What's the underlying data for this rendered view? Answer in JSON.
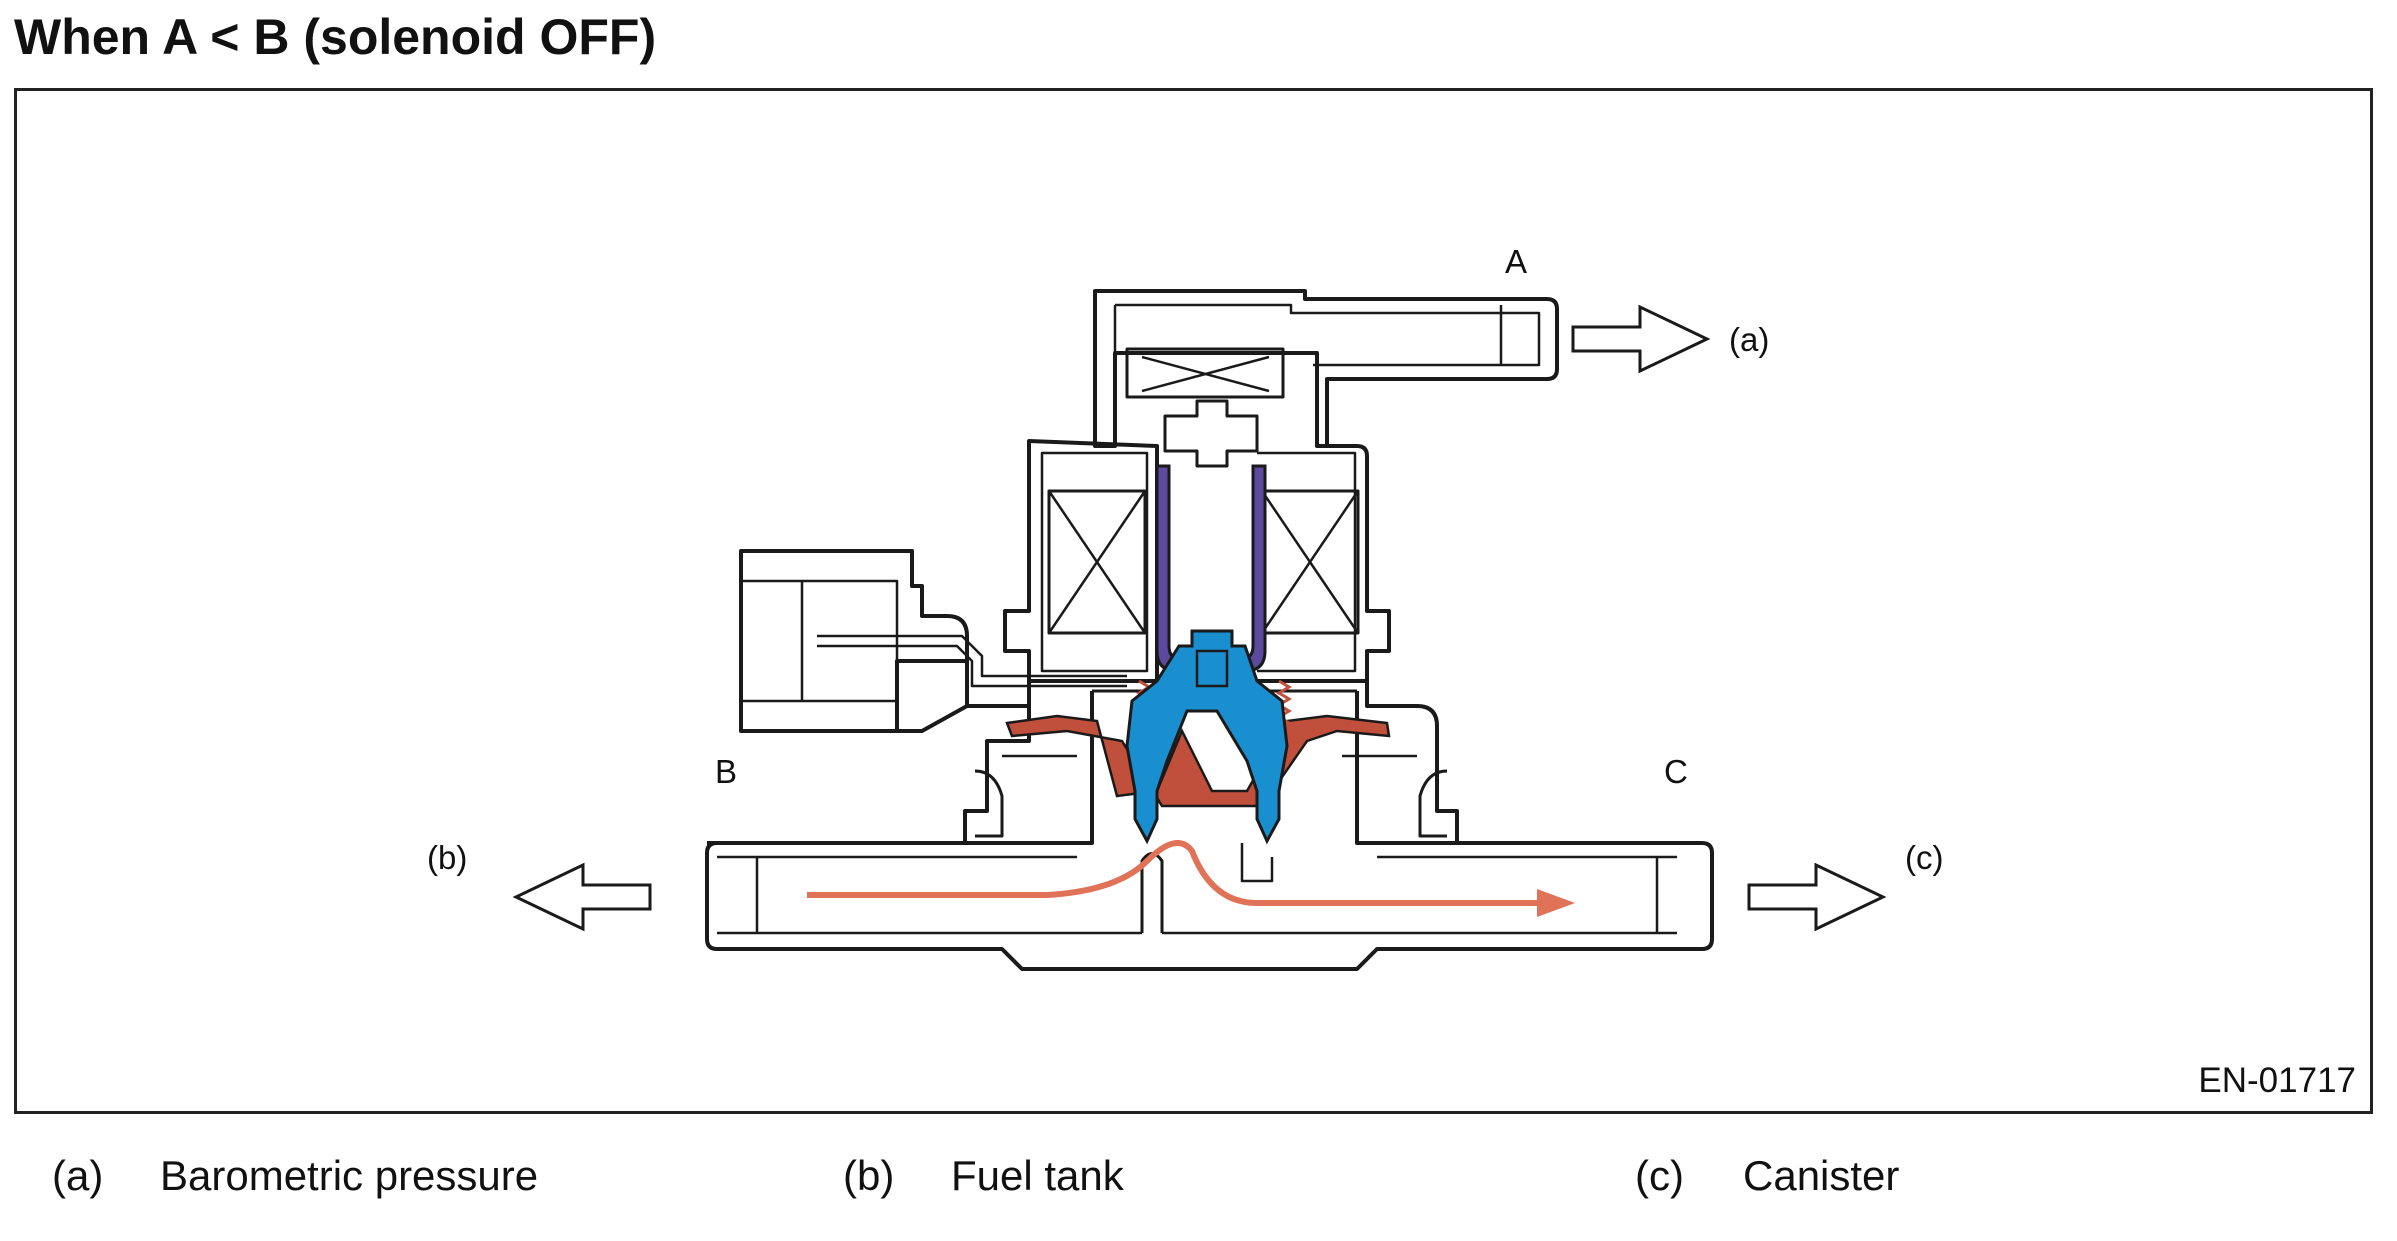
{
  "title": "When A < B (solenoid OFF)",
  "figure_id": "EN-01717",
  "port_labels": {
    "a": "A",
    "b": "B",
    "c": "C"
  },
  "flow_labels": {
    "a": "(a)",
    "b": "(b)",
    "c": "(c)"
  },
  "legend": [
    {
      "key": "(a)",
      "text": "Barometric pressure"
    },
    {
      "key": "(b)",
      "text": "Fuel tank"
    },
    {
      "key": "(c)",
      "text": "Canister"
    }
  ],
  "colors": {
    "outline": "#1a1a1a",
    "plunger": "#5b4a9e",
    "valve": "#1a8fd0",
    "diaphragm": "#c0503c",
    "flow_arrow": "#e07258"
  }
}
